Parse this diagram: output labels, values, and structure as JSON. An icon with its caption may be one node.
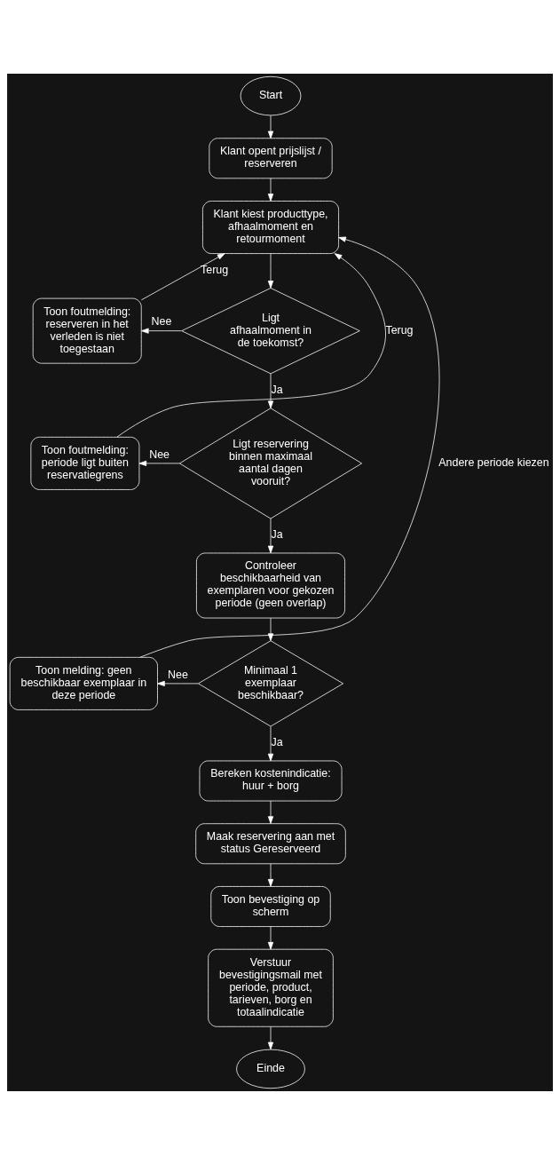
{
  "diagram": {
    "nodes": [
      {
        "text": [
          "Start"
        ]
      },
      {
        "text": [
          "Klant opent prijslijst / reserveren"
        ]
      },
      {
        "text": [
          "Klant kiest producttype, afhaalmoment en retourmoment"
        ]
      },
      {
        "text": [
          "Ligt afhaalmoment in de toekomst?"
        ]
      },
      {
        "text": [
          "Toon foutmelding: reserveren in het verleden is niet toegestaan"
        ]
      },
      {
        "text": [
          "Ligt reservering binnen maximaal aantal dagen vooruit?"
        ]
      },
      {
        "text": [
          "Toon foutmelding: periode ligt buiten reservatiegrens"
        ]
      },
      {
        "text": [
          "Controleer beschikbaarheid van exemplaren voor gekozen periode (geen overlap)"
        ]
      },
      {
        "text": [
          "Minimaal 1 exemplaar beschikbaar?"
        ]
      },
      {
        "text": [
          "Toon melding: geen beschikbaar exemplaar in deze periode"
        ]
      },
      {
        "text": [
          "Bereken kostenindicatie: huur + borg"
        ]
      },
      {
        "text": [
          "Maak reservering aan met status Gereserveerd"
        ]
      },
      {
        "text": [
          "Toon bevestiging op scherm"
        ]
      },
      {
        "text": [
          "Verstuur bevestigingsmail met periode, product, tarieven, borg en totaalindicatie"
        ]
      },
      {
        "text": [
          "Einde"
        ]
      }
    ],
    "edges": [
      {
        "from": 0,
        "to": 1,
        "arrow": "to"
      },
      {
        "from": 1,
        "to": 2,
        "arrow": "to"
      },
      {
        "from": 2,
        "to": 3,
        "arrow": "to"
      },
      {
        "from": 3,
        "to": 4,
        "label": "Nee",
        "arrow": "to"
      },
      {
        "from": 3,
        "to": 5,
        "label": "Ja",
        "arrow": "to"
      },
      {
        "from": 5,
        "to": 6,
        "label": "Nee",
        "arrow": "to"
      },
      {
        "from": 5,
        "to": 7,
        "label": "Ja",
        "arrow": "to"
      },
      {
        "from": 7,
        "to": 8,
        "arrow": "to"
      },
      {
        "from": 8,
        "to": 9,
        "label": "Nee",
        "arrow": "to"
      },
      {
        "from": 8,
        "to": 10,
        "label": "Ja",
        "arrow": "to"
      },
      {
        "from": 10,
        "to": 11,
        "arrow": "to"
      },
      {
        "from": 11,
        "to": 12,
        "arrow": "to"
      },
      {
        "from": 12,
        "to": 13,
        "arrow": "to"
      },
      {
        "from": 13,
        "to": 14,
        "arrow": "to"
      },
      {
        "from": 4,
        "to": 2,
        "label": "Terug",
        "arrow": "to"
      },
      {
        "from": 6,
        "to": 2,
        "label": "Terug",
        "arrow": "to"
      },
      {
        "from": 9,
        "to": 2,
        "label": "Andere periode kiezen",
        "arrow": "to"
      }
    ]
  }
}
